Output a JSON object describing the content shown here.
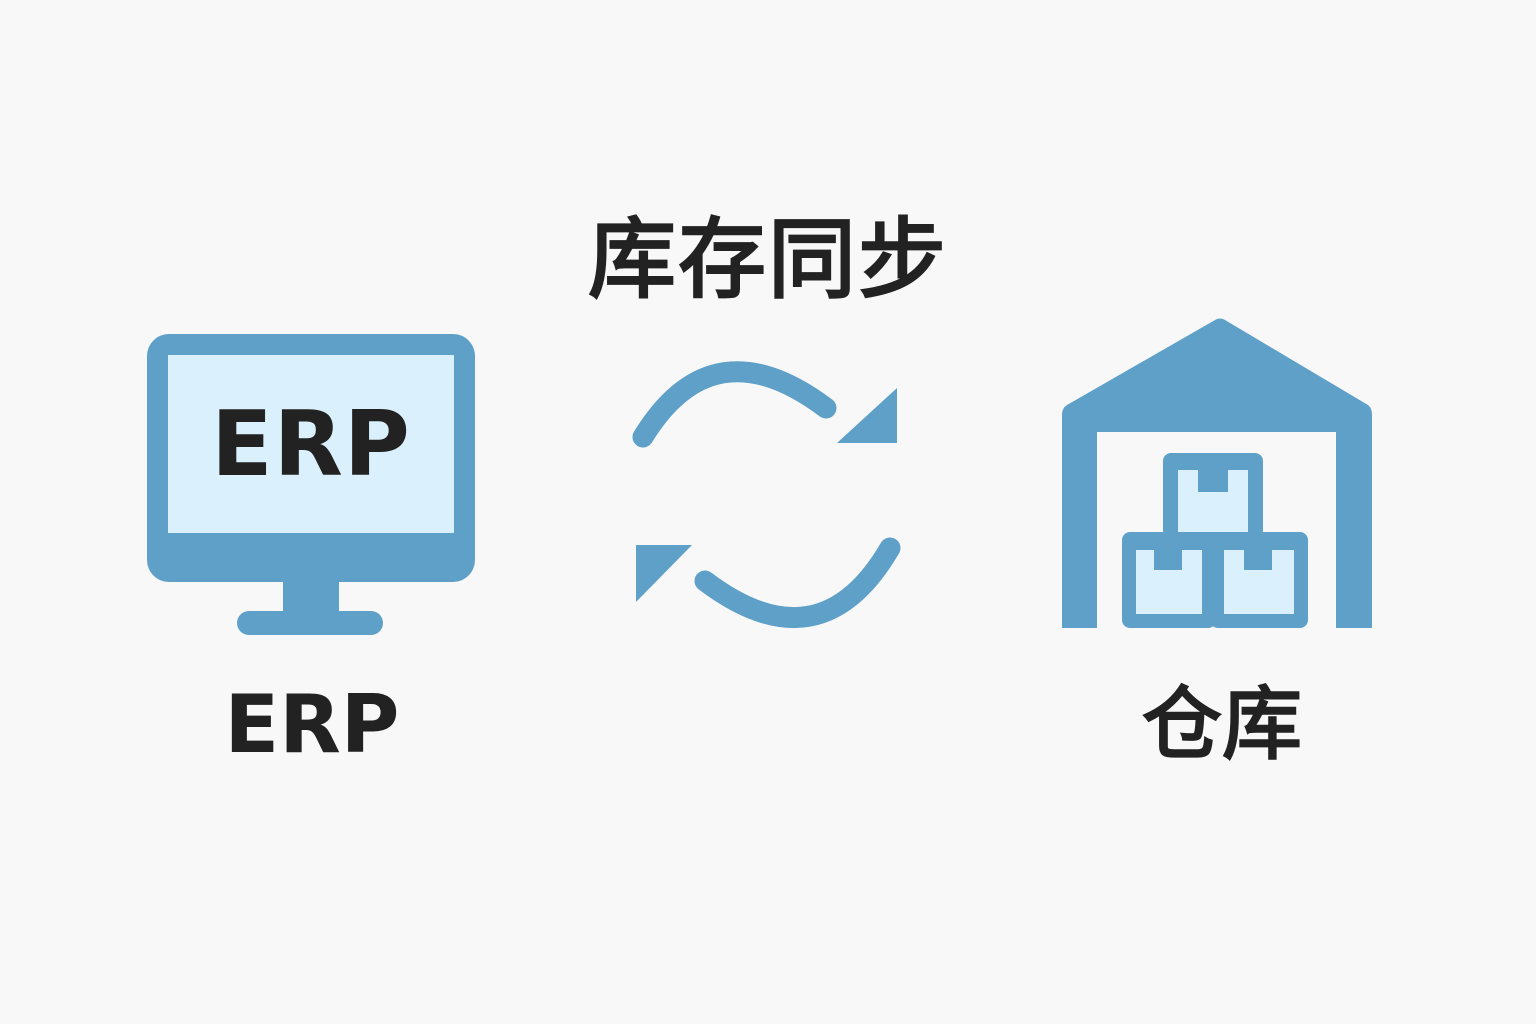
{
  "diagram": {
    "title": "库存同步",
    "erp": {
      "screen_text": "ERP",
      "caption": "ERP"
    },
    "warehouse": {
      "caption": "仓库"
    },
    "sync": {
      "icon": "sync-arrows-icon"
    }
  },
  "colors": {
    "accent": "#5fa0c9",
    "screen_fill": "#daf0fc",
    "text": "#222222",
    "background": "#f8f8f8"
  },
  "icons": [
    "monitor-icon",
    "sync-arrows-icon",
    "warehouse-icon",
    "box-icon"
  ]
}
